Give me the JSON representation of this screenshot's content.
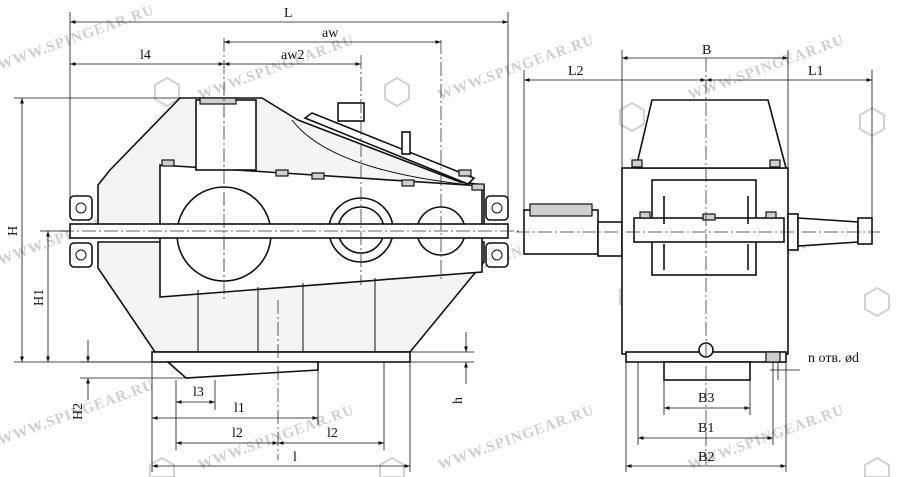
{
  "watermark": {
    "text": "WWW.SPINGEAR.RU",
    "icon": "gear-logo-icon"
  },
  "labels": {
    "L": "L",
    "aw": "aw",
    "l4": "l4",
    "aw2": "aw2",
    "H": "H",
    "H1": "H1",
    "H2": "H2",
    "h": "h",
    "l3": "l3",
    "l1": "l1",
    "l2a": "l2",
    "l2b": "l2",
    "l": "l",
    "B": "B",
    "L2": "L2",
    "L1": "L1",
    "B3": "B3",
    "B1": "B1",
    "B2": "B2",
    "holes": "n отв. ød"
  }
}
